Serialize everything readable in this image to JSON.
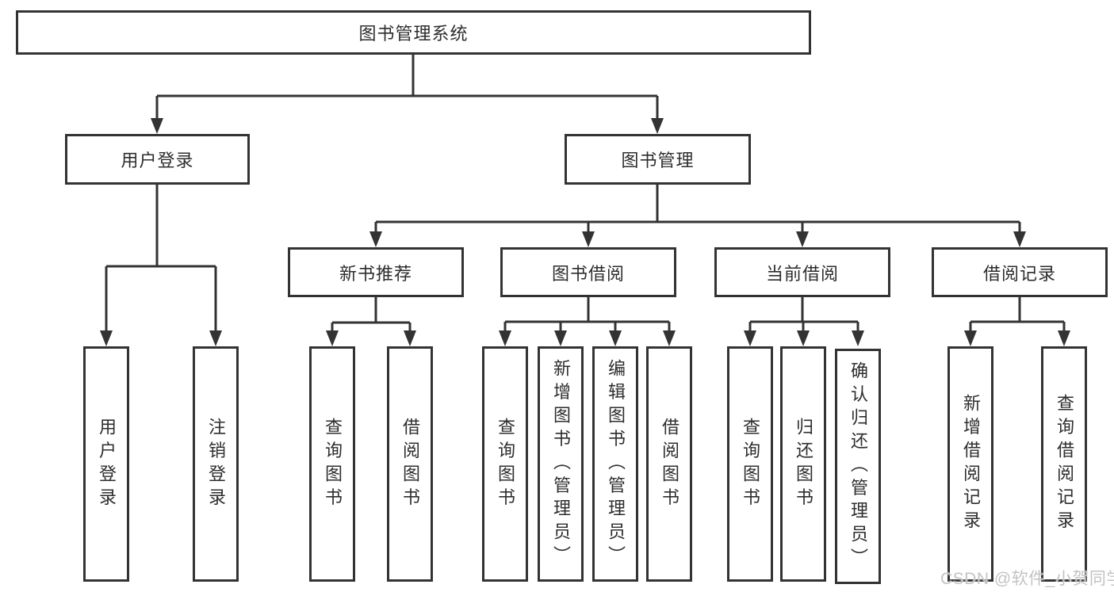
{
  "diagram": {
    "root": "图书管理系统",
    "level2": {
      "user_login": "用户登录",
      "book_mgmt": "图书管理"
    },
    "level3": {
      "new_book_rec": "新书推荐",
      "book_borrow": "图书借阅",
      "current_borrow": "当前借阅",
      "borrow_record": "借阅记录"
    },
    "leaves": {
      "user_login_1": "用户登录",
      "user_login_2": "注销登录",
      "nbr_1": "查询图书",
      "nbr_2": "借阅图书",
      "bb_1": "查询图书",
      "bb_2": "新增图书（管理员）",
      "bb_3": "编辑图书（管理员）",
      "bb_4": "借阅图书",
      "cb_1": "查询图书",
      "cb_2": "归还图书",
      "cb_3": "确认归还（管理员）",
      "br_1": "新增借阅记录",
      "br_2": "查询借阅记录"
    }
  },
  "watermark": "CSDN @软件_小贺同学",
  "colors": {
    "line": "#333333",
    "text": "#2d2d2d",
    "background": "#ffffff",
    "watermark": "#c3c3c3"
  }
}
